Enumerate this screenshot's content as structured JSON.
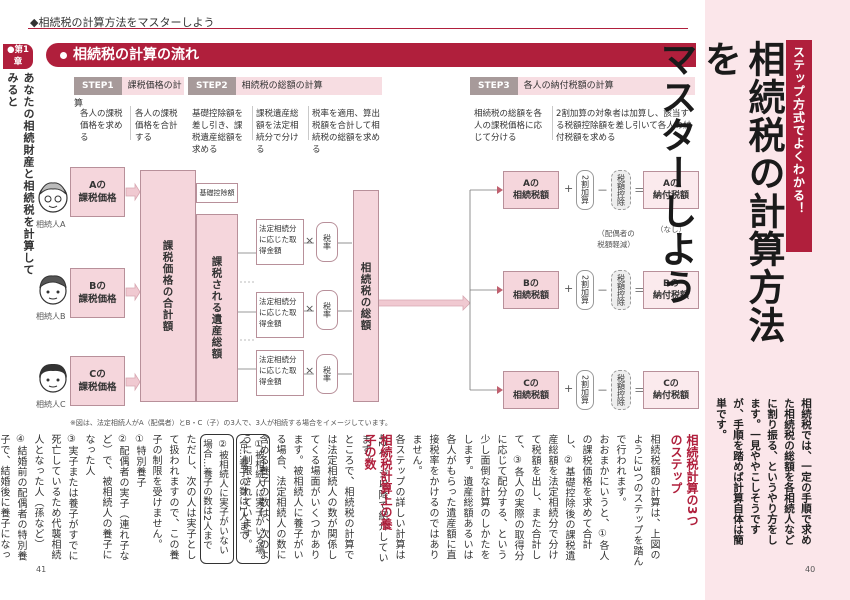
{
  "running_head": "◆相続税の計算方法をマスターしよう",
  "chapter_tab": "●第1章",
  "chapter_sub": "あなたの相続財産と相続税を計算してみると",
  "section_title": "相続税の計算の流れ",
  "steps": [
    {
      "label": "STEP1",
      "title": "課税価格の計算"
    },
    {
      "label": "STEP2",
      "title": "相続税の総額の計算"
    },
    {
      "label": "STEP3",
      "title": "各人の納付税額の計算"
    }
  ],
  "descriptions": [
    "各人の課税価格を求める",
    "各人の課税価格を合計する",
    "基礎控除額を差し引き、課税遺産総額を求める",
    "課税遺産総額を法定相続分で分ける",
    "税率を適用、算出税額を合計して相続税の総額を求める",
    "相続税の総額を各人の課税価格に応じて分ける",
    "2割加算の対象者は加算し、該当する税額控除額を差し引いて各人の納付税額を求める"
  ],
  "heirs": [
    {
      "box": "Aの\n課税価格",
      "label": "相続人A"
    },
    {
      "box": "Bの\n課税価格",
      "label": "相続人B"
    },
    {
      "box": "Cの\n課税価格",
      "label": "相続人C"
    }
  ],
  "tall_boxes": {
    "sum": "課税価格の合計額",
    "taxable_estate": "課税される遺産総額",
    "basic_deduction": "基礎控除額",
    "total_tax": "相続税の総額"
  },
  "portion_text": "法定相続分に応じた取得金額",
  "rate_text": "税率",
  "times": "×",
  "allocated": [
    "Aの\n相続税額",
    "Bの\n相続税額",
    "Cの\n相続税額"
  ],
  "plus": "+",
  "minus": "－",
  "equals": "＝",
  "add_text": "2割加算",
  "ded_text": "税額控除",
  "payable": [
    "Aの\n納付税額",
    "Bの\n納付税額",
    "Cの\n納付税額"
  ],
  "note_spouse": "（配偶者の税額軽減）",
  "note_none": "（なし）",
  "figure_note": "※図は、法定相続人がA（配偶者）とB・C（子）の3人で、3人が相続する場合をイメージしています。",
  "body": {
    "heading1": "相続税計算の3つのステップ",
    "para1": "相続税額の計算は、上図のように3つのステップを踏んで行われます。",
    "para2": "おおまかにいうと、①各人の課税価格を求めて合計し、②基礎控除後の課税遺産総額を法定相続分で分けて税額を出し、また合計して、③各人の実際の取得分に応じて配分する、という少し面倒な計算のしかたをします。遺産総額あるいは各人がもらった遺産額に直接税率をかけるのではありません。",
    "para3": "各ステップの詳しい計算は42ページ以降で紹介しています。",
    "heading2": "相続税計算上の養子の数",
    "para4": "ところで、相続税の計算では法定相続人の数が関係してくる場面がいくつかあります。被相続人に養子がいる場合、法定相続人の数に含める養子の数は、次のように制限されています。",
    "box1": "①被相続人に実子がいる場合…養子の数は1人まで",
    "box2": "②被相続人に実子がいない場合…養子の数は2人まで",
    "para5": "ただし、次の人は実子として扱われますので、この養子の制限を受けません。",
    "list": [
      "①特別養子",
      "②配偶者の実子（連れ子など）で、被相続人の養子になった人",
      "③実子または養子がすでに死亡しているため代襲相続人となった人（孫など）",
      "④結婚前の配偶者の特別養子で、結婚後に養子になった人"
    ]
  },
  "right_page": {
    "tag": "ステップ方式でよくわかる！",
    "title_line1": "相続税の計算方法を",
    "title_line2": "マスターしよう",
    "lead": "相続税では、一定の手順で求めた相続税の総額を各相続人などに割り振る、というやり方をします。一見ややこしそうですが、手順を踏めば計算自体は簡単です。"
  },
  "page_left": "41",
  "page_right": "40",
  "colors": {
    "accent": "#b01f3c",
    "pink": "#f5d6dc",
    "band": "#f7dde2"
  }
}
